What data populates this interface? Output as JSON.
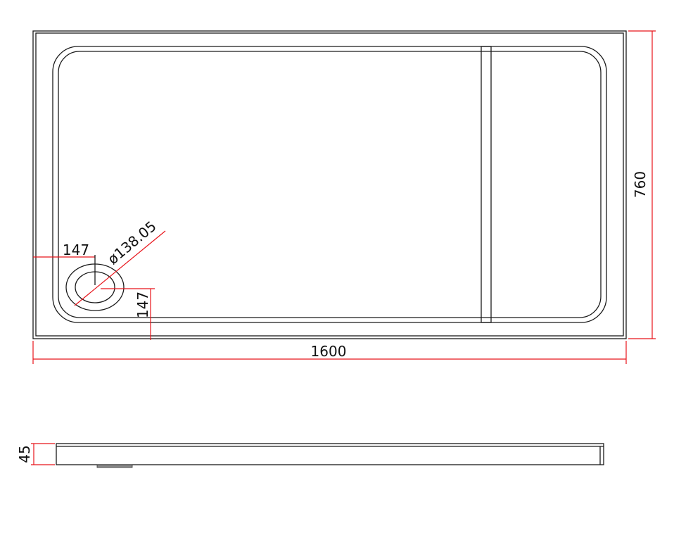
{
  "dimensions": {
    "length": "1600",
    "width": "760",
    "height": "45",
    "drain_offset_x": "147",
    "drain_offset_y": "147",
    "drain_diameter": "ø138.05"
  },
  "colors": {
    "dimension": "#e8141b",
    "outline": "#1a1a1a"
  }
}
